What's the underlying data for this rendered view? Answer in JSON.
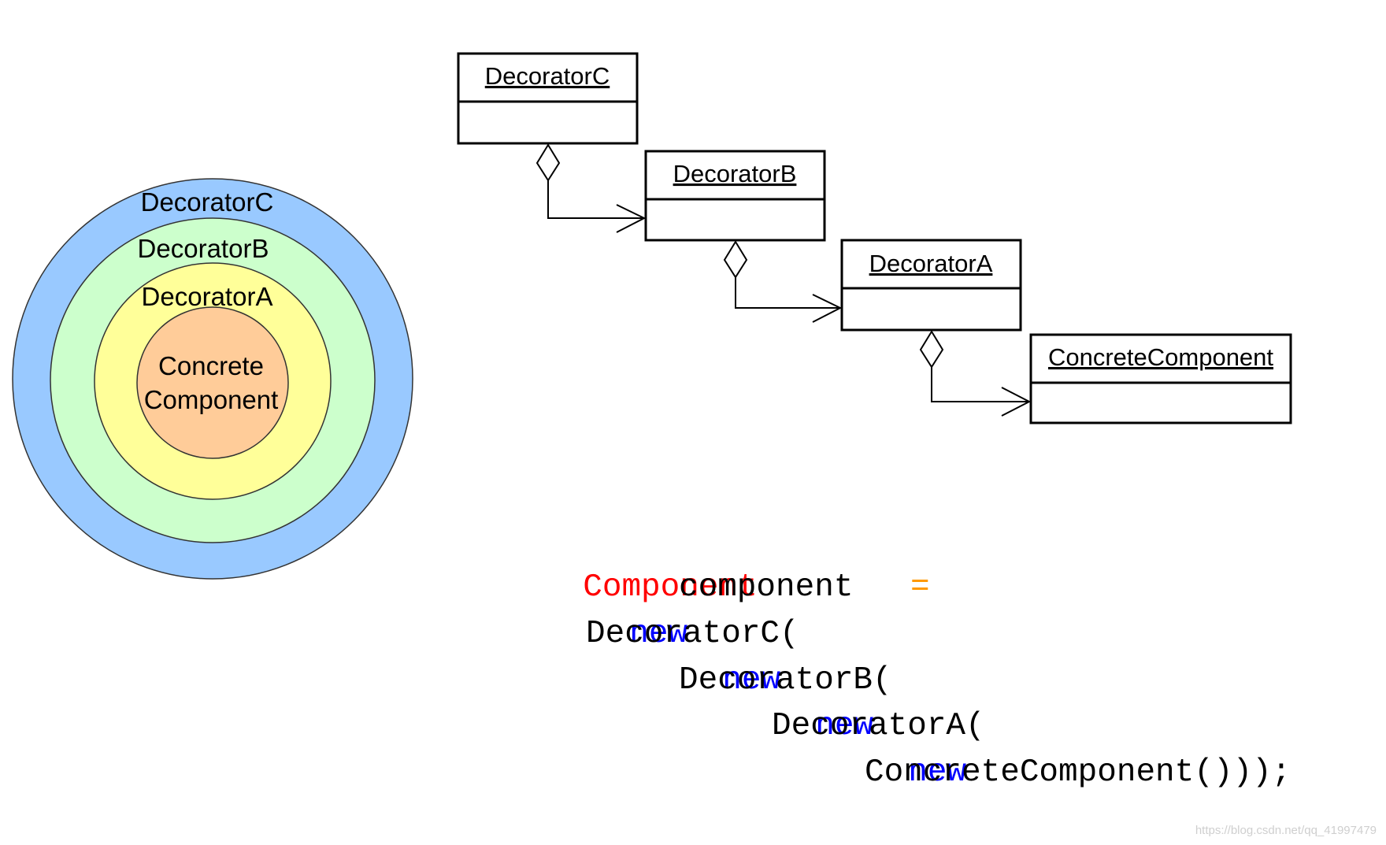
{
  "nested_view": {
    "rings": [
      {
        "label": "DecoratorC",
        "color": "#99c9ff"
      },
      {
        "label": "DecoratorB",
        "color": "#ccffcc"
      },
      {
        "label": "DecoratorA",
        "color": "#ffff99"
      }
    ],
    "core": {
      "label_line1": "Concrete",
      "label_line2": "Component",
      "color": "#ffcc99"
    }
  },
  "uml": {
    "classes": [
      {
        "name": "DecoratorC"
      },
      {
        "name": "DecoratorB"
      },
      {
        "name": "DecoratorA"
      },
      {
        "name": "ConcreteComponent"
      }
    ],
    "relationship": "aggregation"
  },
  "code": {
    "line1": {
      "type": "Component",
      "var": "component",
      "op": "="
    },
    "line2": {
      "kw": "new",
      "call": "DecoratorC("
    },
    "line3": {
      "kw": "new",
      "call": "DecoratorB("
    },
    "line4": {
      "kw": "new",
      "call": "DecoratorA("
    },
    "line5": {
      "kw": "new",
      "call": "ConcreteComponent()));"
    },
    "colors": {
      "type": "#ff0000",
      "keyword": "#0000ff",
      "operator": "#ff9900",
      "text": "#000000"
    }
  },
  "watermark": "https://blog.csdn.net/qq_41997479"
}
